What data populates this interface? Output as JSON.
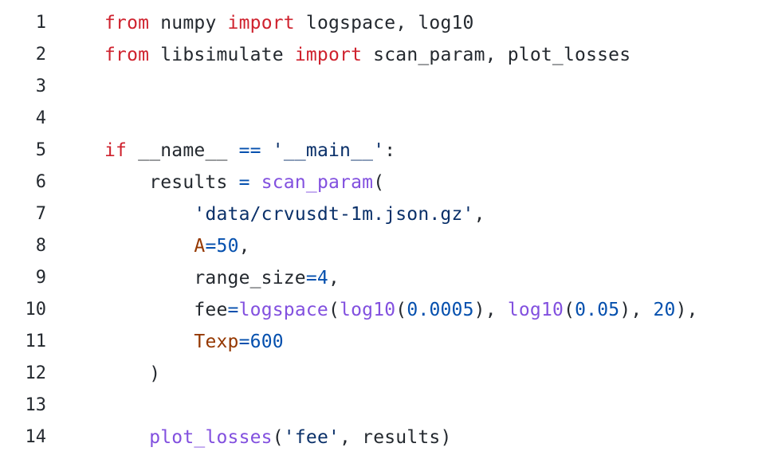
{
  "lines": [
    {
      "number": "1",
      "tokens": [
        {
          "t": "from",
          "k": "kw"
        },
        {
          "t": " numpy ",
          "k": "plain"
        },
        {
          "t": "import",
          "k": "kw"
        },
        {
          "t": " logspace, log10",
          "k": "plain"
        }
      ]
    },
    {
      "number": "2",
      "tokens": [
        {
          "t": "from",
          "k": "kw"
        },
        {
          "t": " libsimulate ",
          "k": "plain"
        },
        {
          "t": "import",
          "k": "kw"
        },
        {
          "t": " scan_param, plot_losses",
          "k": "plain"
        }
      ]
    },
    {
      "number": "3",
      "tokens": []
    },
    {
      "number": "4",
      "tokens": []
    },
    {
      "number": "5",
      "tokens": [
        {
          "t": "if",
          "k": "kw"
        },
        {
          "t": " __name__ ",
          "k": "plain"
        },
        {
          "t": "==",
          "k": "op"
        },
        {
          "t": " ",
          "k": "plain"
        },
        {
          "t": "'__main__'",
          "k": "str"
        },
        {
          "t": ":",
          "k": "plain"
        }
      ]
    },
    {
      "number": "6",
      "tokens": [
        {
          "t": "    results ",
          "k": "plain"
        },
        {
          "t": "=",
          "k": "op"
        },
        {
          "t": " ",
          "k": "plain"
        },
        {
          "t": "scan_param",
          "k": "fn"
        },
        {
          "t": "(",
          "k": "plain"
        }
      ]
    },
    {
      "number": "7",
      "tokens": [
        {
          "t": "        ",
          "k": "plain"
        },
        {
          "t": "'data/crvusdt-1m.json.gz'",
          "k": "str"
        },
        {
          "t": ",",
          "k": "plain"
        }
      ]
    },
    {
      "number": "8",
      "tokens": [
        {
          "t": "        ",
          "k": "plain"
        },
        {
          "t": "A",
          "k": "arg"
        },
        {
          "t": "=",
          "k": "op"
        },
        {
          "t": "50",
          "k": "num"
        },
        {
          "t": ",",
          "k": "plain"
        }
      ]
    },
    {
      "number": "9",
      "tokens": [
        {
          "t": "        range_size",
          "k": "plain"
        },
        {
          "t": "=",
          "k": "op"
        },
        {
          "t": "4",
          "k": "num"
        },
        {
          "t": ",",
          "k": "plain"
        }
      ]
    },
    {
      "number": "10",
      "tokens": [
        {
          "t": "        fee",
          "k": "plain"
        },
        {
          "t": "=",
          "k": "op"
        },
        {
          "t": "logspace",
          "k": "fn"
        },
        {
          "t": "(",
          "k": "plain"
        },
        {
          "t": "log10",
          "k": "fn"
        },
        {
          "t": "(",
          "k": "plain"
        },
        {
          "t": "0.0005",
          "k": "num"
        },
        {
          "t": "), ",
          "k": "plain"
        },
        {
          "t": "log10",
          "k": "fn"
        },
        {
          "t": "(",
          "k": "plain"
        },
        {
          "t": "0.05",
          "k": "num"
        },
        {
          "t": "), ",
          "k": "plain"
        },
        {
          "t": "20",
          "k": "num"
        },
        {
          "t": "),",
          "k": "plain"
        }
      ]
    },
    {
      "number": "11",
      "tokens": [
        {
          "t": "        ",
          "k": "plain"
        },
        {
          "t": "Texp",
          "k": "arg"
        },
        {
          "t": "=",
          "k": "op"
        },
        {
          "t": "600",
          "k": "num"
        }
      ]
    },
    {
      "number": "12",
      "tokens": [
        {
          "t": "    )",
          "k": "plain"
        }
      ]
    },
    {
      "number": "13",
      "tokens": []
    },
    {
      "number": "14",
      "tokens": [
        {
          "t": "    ",
          "k": "plain"
        },
        {
          "t": "plot_losses",
          "k": "fn"
        },
        {
          "t": "(",
          "k": "plain"
        },
        {
          "t": "'fee'",
          "k": "str"
        },
        {
          "t": ", results)",
          "k": "plain"
        }
      ]
    }
  ],
  "colors": {
    "keyword": "#cf222e",
    "text": "#24292f",
    "operator": "#0550ae",
    "string": "#0a3069",
    "function": "#8250df",
    "number": "#0550ae",
    "argument": "#953800"
  }
}
